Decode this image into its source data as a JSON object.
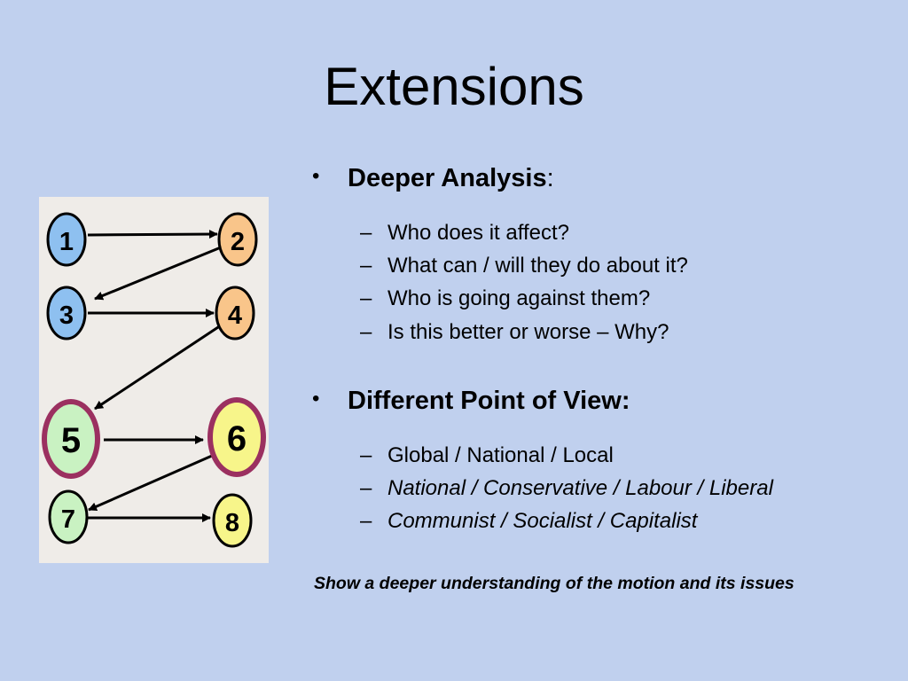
{
  "title": "Extensions",
  "colors": {
    "background": "#c0d0ee",
    "panel": "#efece8",
    "blue_node": "#8ec0f0",
    "orange_node": "#f9c58a",
    "green_node": "#c9f2c2",
    "yellow_node": "#f7f58a",
    "highlight_ring": "#9b3060"
  },
  "diagram": {
    "nodes": [
      {
        "label": "1"
      },
      {
        "label": "2"
      },
      {
        "label": "3"
      },
      {
        "label": "4"
      },
      {
        "label": "5"
      },
      {
        "label": "6"
      },
      {
        "label": "7"
      },
      {
        "label": "8"
      }
    ]
  },
  "section1": {
    "heading": "Deeper Analysis",
    "heading_suffix": ":",
    "items": [
      "Who does it affect?",
      "What can / will they do about it?",
      "Who is going against them?",
      "Is this better or worse – Why?"
    ]
  },
  "section2": {
    "heading": "Different Point of View:",
    "items": [
      "Global / National / Local",
      "National / Conservative / Labour / Liberal",
      "Communist / Socialist / Capitalist"
    ]
  },
  "bullet_symbol": "•",
  "dash_symbol": "–",
  "footer": "Show a deeper understanding of the motion and its issues"
}
